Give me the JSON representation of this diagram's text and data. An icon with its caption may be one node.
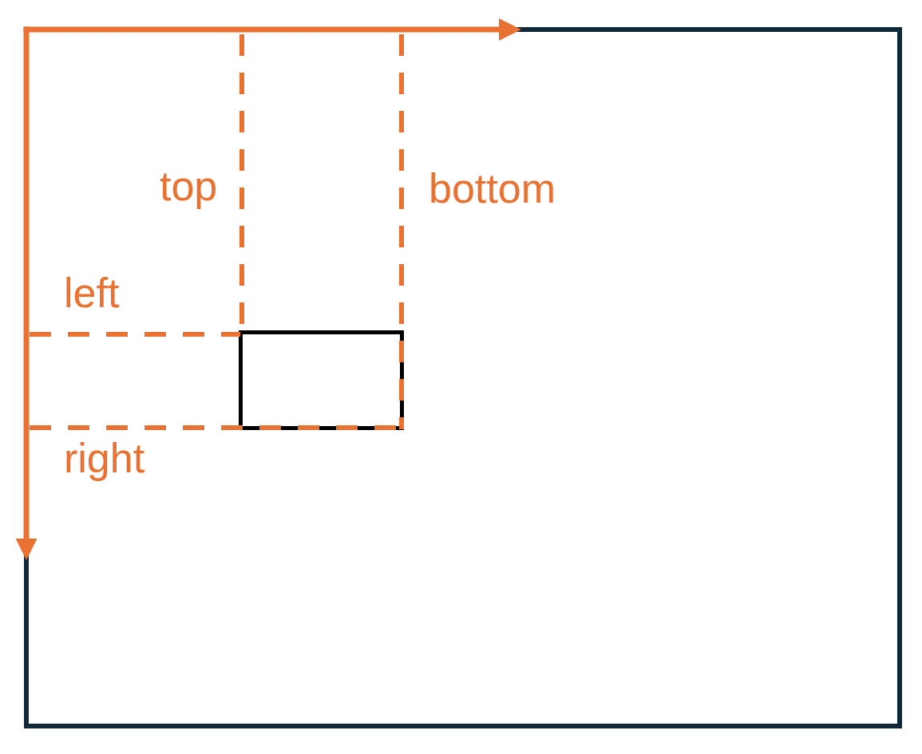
{
  "diagram": {
    "nodes": [
      {
        "text": [],
        "shape": "box"
      },
      {
        "text": [],
        "shape": "box",
        "in": 0
      }
    ],
    "labels": [
      "top",
      "bottom",
      "left",
      "right"
    ]
  }
}
